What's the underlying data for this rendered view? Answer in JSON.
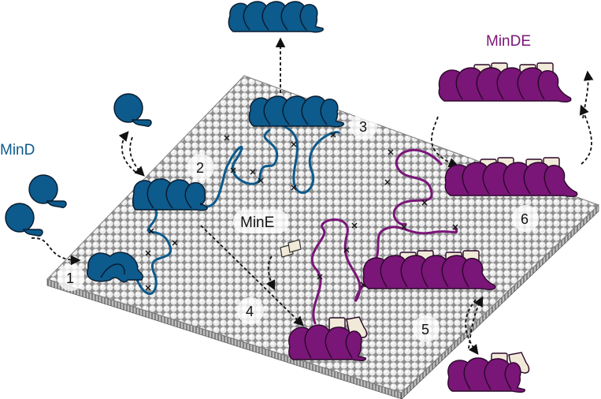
{
  "labels": {
    "mind": "MinD",
    "minde": "MinDE",
    "mine": "MinE"
  },
  "steps": [
    "1",
    "2",
    "3",
    "4",
    "5",
    "6"
  ],
  "colors": {
    "mind": "#0d5a8c",
    "minde": "#7a1678",
    "mine": "#f1ead8",
    "membrane": "#dcdcdc"
  }
}
